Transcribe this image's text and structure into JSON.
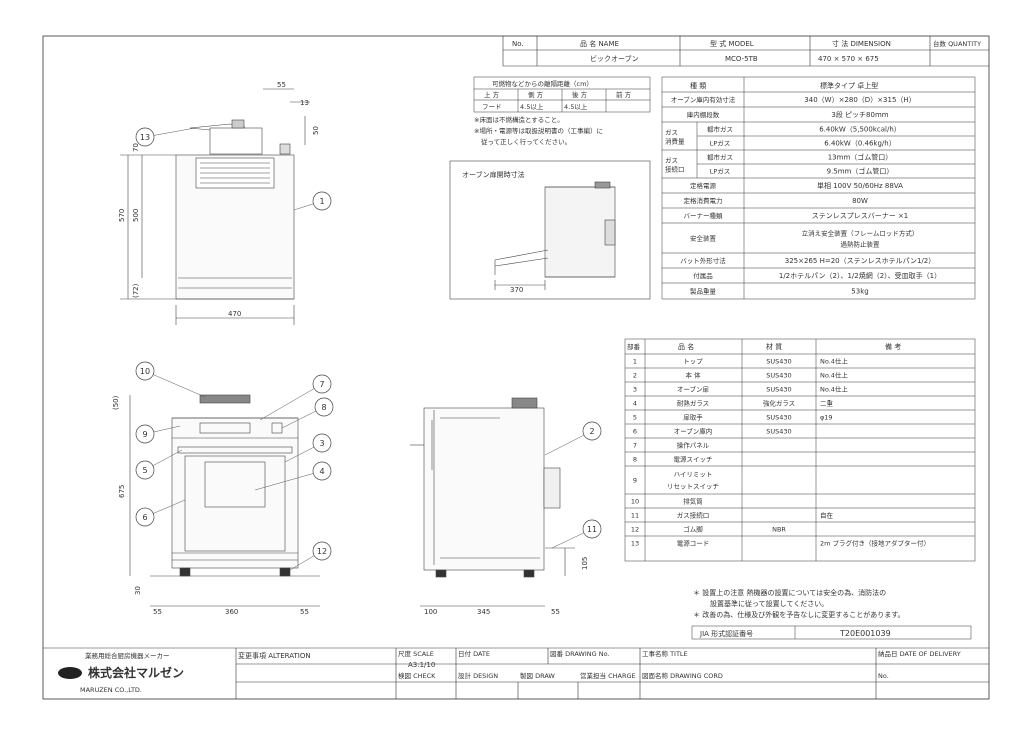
{
  "header": {
    "no_label": "No.",
    "name_label": "品 名 NAME",
    "model_label": "型 式 MODEL",
    "dimension_label": "寸 法 DIMENSION",
    "quantity_label": "台数 QUANTITY",
    "name_value": "ビックオーブン",
    "model_value": "MCO-5TB",
    "dimension_value": "470 × 570 × 675"
  },
  "clearance": {
    "title": "可燃物などからの離隔距離（cm）",
    "col_top": "上 方",
    "col_side": "側 方",
    "col_back": "後 方",
    "col_front": "前 方",
    "row_label": "フード",
    "side_value": "4.5以上",
    "back_value": "4.5以上",
    "note1": "※床面は不燃構造とすること。",
    "note2": "※場所・電源等は取扱説明書の（工事編）に",
    "note3": "従って正しく行ってください。"
  },
  "door_view": {
    "title": "オーブン扉開時寸法",
    "dim": "370"
  },
  "specs": {
    "col_kind": "種 類",
    "col_value": "標準タイプ 卓上型",
    "rows": [
      {
        "label": "オーブン庫内有効寸法",
        "value": "340（W）×280（D）×315（H）"
      },
      {
        "label": "庫内棚段数",
        "value": "3段 ピッチ80mm"
      },
      {
        "group": "ガス消費量",
        "label": "都市ガス",
        "value": "6.40kW（5,500kcal/h）"
      },
      {
        "group": "",
        "label": "LPガス",
        "value": "6.40kW（0.46kg/h）"
      },
      {
        "group": "ガス接続口",
        "label": "都市ガス",
        "value": "13mm（ゴム管口）"
      },
      {
        "group": "",
        "label": "LPガス",
        "value": "9.5mm（ゴム管口）"
      },
      {
        "label": "定格電源",
        "value": "単相 100V 50/60Hz 88VA"
      },
      {
        "label": "定格消費電力",
        "value": "80W"
      },
      {
        "label": "バーナー種類",
        "value": "ステンレスプレスバーナー ×1"
      },
      {
        "label": "安全装置",
        "value": "立消え安全装置（フレームロッド方式）",
        "value2": "過熱防止装置"
      },
      {
        "label": "バット外形寸法",
        "value": "325×265 H=20（ステンレスホテルパン1/2）"
      },
      {
        "label": "付属品",
        "value": "1/2ホテルパン（2）、1/2焼網（2）、受皿取手（1）"
      },
      {
        "label": "製品重量",
        "value": "53kg"
      }
    ]
  },
  "parts": {
    "col_no": "部番",
    "col_name": "品 名",
    "col_material": "材 質",
    "col_note": "備 考",
    "rows": [
      {
        "no": "1",
        "name": "トップ",
        "material": "SUS430",
        "note": "No.4仕上"
      },
      {
        "no": "2",
        "name": "本 体",
        "material": "SUS430",
        "note": "No.4仕上"
      },
      {
        "no": "3",
        "name": "オーブン扉",
        "material": "SUS430",
        "note": "No.4仕上"
      },
      {
        "no": "4",
        "name": "耐熱ガラス",
        "material": "強化ガラス",
        "note": "二重"
      },
      {
        "no": "5",
        "name": "扉取手",
        "material": "SUS430",
        "note": "φ19"
      },
      {
        "no": "6",
        "name": "オーブン庫内",
        "material": "SUS430",
        "note": ""
      },
      {
        "no": "7",
        "name": "操作パネル",
        "material": "",
        "note": ""
      },
      {
        "no": "8",
        "name": "電源スイッチ",
        "material": "",
        "note": ""
      },
      {
        "no": "9",
        "name": "ハイリミット",
        "name2": "リセットスイッチ",
        "material": "",
        "note": ""
      },
      {
        "no": "10",
        "name": "排気筒",
        "material": "",
        "note": ""
      },
      {
        "no": "11",
        "name": "ガス接続口",
        "material": "",
        "note": "自在"
      },
      {
        "no": "12",
        "name": "ゴム脚",
        "material": "NBR",
        "note": ""
      },
      {
        "no": "13",
        "name": "電源コード",
        "material": "",
        "note": "2m プラグ付き（接地アダプター付）"
      }
    ]
  },
  "notes": {
    "line1": "＊ 設置上の注意 熱機器の設置については安全の為、消防法の",
    "line2": "設置基準に従って設置してください。",
    "line3": "＊ 改善の為、仕様及び外観を予告なしに変更することがあります。",
    "jia_label": "JIA 形式認証番号",
    "jia_value": "T20E001039"
  },
  "top_view_dims": {
    "d55": "55",
    "d13": "13",
    "d50": "50",
    "d70": "70",
    "d570": "570",
    "d500": "500",
    "d72": "(72)",
    "d470": "470"
  },
  "front_dims": {
    "d50": "(50)",
    "d675": "675",
    "d30": "30",
    "d55a": "55",
    "d360": "360",
    "d55b": "55"
  },
  "side_dims": {
    "d100": "100",
    "d345": "345",
    "d55": "55",
    "d105": "105"
  },
  "callouts": [
    "13",
    "1",
    "10",
    "7",
    "8",
    "9",
    "3",
    "5",
    "4",
    "6",
    "12",
    "2",
    "11"
  ],
  "title_block": {
    "maker_caption": "業務用総合厨房機器メーカー",
    "company": "株式会社マルゼン",
    "company_en": "MARUZEN CO.,LTD.",
    "alteration_label": "変更事項 ALTERATION",
    "scale_label": "尺度 SCALE",
    "scale_value": "A3:1/10",
    "date_label": "日付 DATE",
    "drawing_no_label": "図番 DRAWING No.",
    "title_label": "工事名称 TITLE",
    "delivery_label": "納品日 DATE OF DELIVERY",
    "check_label": "検図 CHECK",
    "design_label": "設計 DESIGN",
    "draw_label": "製図 DRAW",
    "charge_label": "営業担当 CHARGE",
    "cord_label": "図面名称 DRAWING CORD",
    "no_label": "No."
  }
}
